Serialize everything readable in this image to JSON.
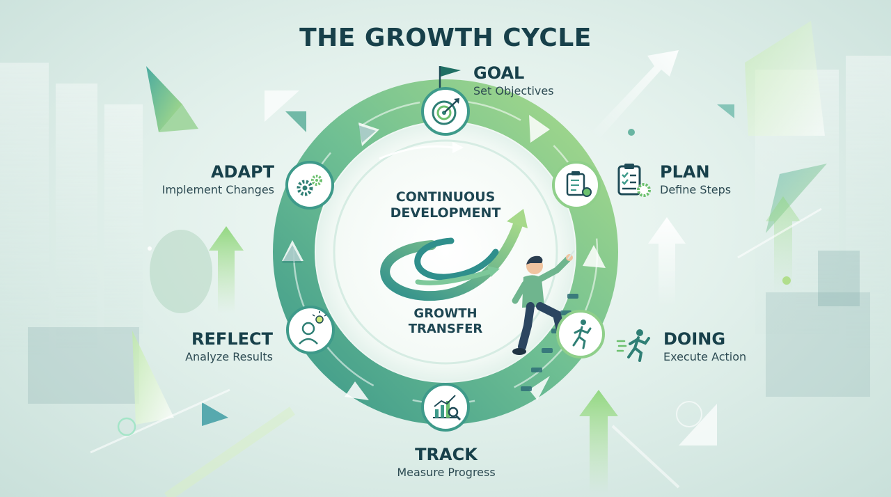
{
  "title": "THE GROWTH CYCLE",
  "center": {
    "line1": "CONTINUOUS",
    "line2": "DEVELOPMENT",
    "line3": "GROWTH",
    "line4": "TRANSFER"
  },
  "stages": [
    {
      "name": "GOAL",
      "desc": "Set Objectives",
      "icon": "target-icon"
    },
    {
      "name": "PLAN",
      "desc": "Define Steps",
      "icon": "clipboard-checklist-icon"
    },
    {
      "name": "DOING",
      "desc": "Execute Action",
      "icon": "running-person-icon"
    },
    {
      "name": "TRACK",
      "desc": "Measure Progress",
      "icon": "chart-magnifier-icon"
    },
    {
      "name": "REFLECT",
      "desc": "Analyze Results",
      "icon": "person-idea-icon"
    },
    {
      "name": "ADAPT",
      "desc": "Implement Changes",
      "icon": "gears-icon"
    }
  ],
  "colors": {
    "title": "#17404a",
    "ring_dark": "#3e9a8a",
    "ring_light": "#9fd586",
    "accent": "#6cc06e",
    "background": "#e3f1ec"
  }
}
